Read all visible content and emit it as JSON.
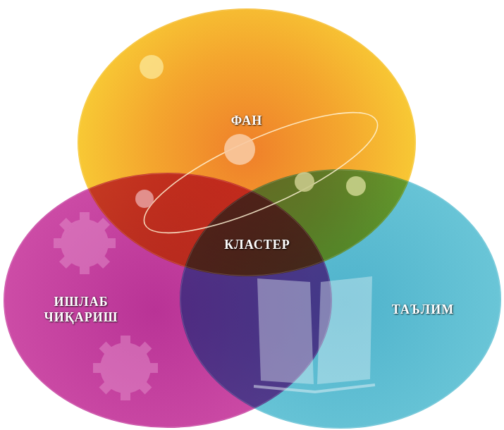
{
  "diagram": {
    "nodes": [
      {
        "text": [
          "ФАН"
        ]
      },
      {
        "text": [
          "ИШЛАБ ЧИҚАРИШ"
        ]
      },
      {
        "text": [
          "ТАЪЛИМ"
        ]
      }
    ],
    "labels": [
      "КЛАСТЕР"
    ]
  }
}
